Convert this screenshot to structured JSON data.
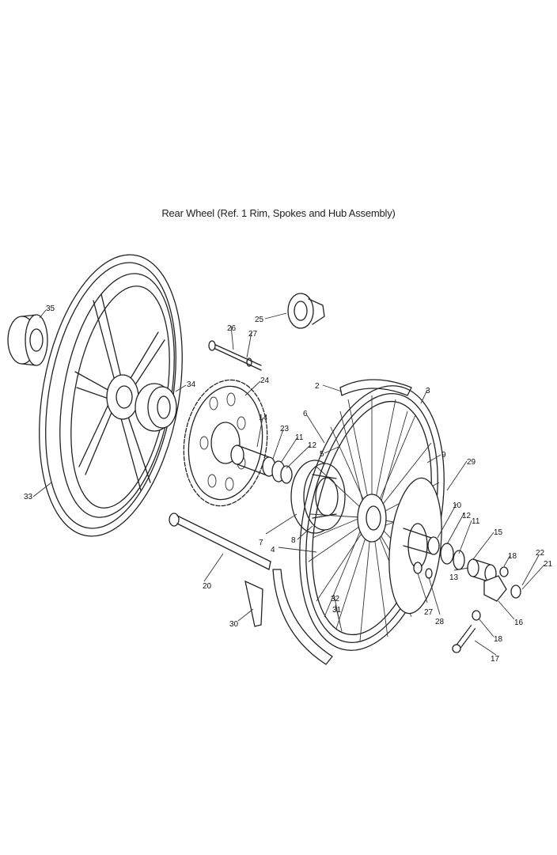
{
  "title": "Rear Wheel (Ref. 1 Rim, Spokes and Hub Assembly)",
  "callouts": [
    "2",
    "3",
    "4",
    "5",
    "6",
    "7",
    "8",
    "9",
    "10",
    "11",
    "11",
    "12",
    "12",
    "13",
    "14",
    "15",
    "16",
    "17",
    "18",
    "18",
    "20",
    "21",
    "22",
    "23",
    "24",
    "25",
    "26",
    "27",
    "27",
    "28",
    "29",
    "30",
    "31",
    "32",
    "33",
    "34",
    "35"
  ]
}
